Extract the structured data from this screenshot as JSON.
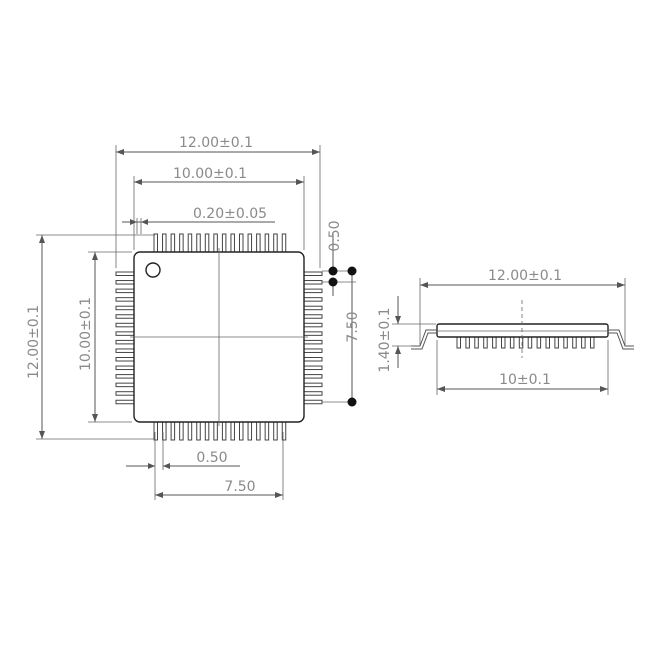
{
  "top_view": {
    "overall_width": "12.00±0.1",
    "body_width": "10.00±0.1",
    "lead_width": "0.20±0.05",
    "lead_pitch_top": "0.50",
    "lead_span_right": "7.50",
    "overall_height": "12.00±0.1",
    "body_height": "10.00±0.1",
    "lead_pitch_bottom": "0.50",
    "lead_span_bottom": "7.50",
    "pins_per_side": 16
  },
  "side_view": {
    "overall_width": "12.00±0.1",
    "body_width": "10±0.1",
    "height": "1.40±0.1"
  }
}
